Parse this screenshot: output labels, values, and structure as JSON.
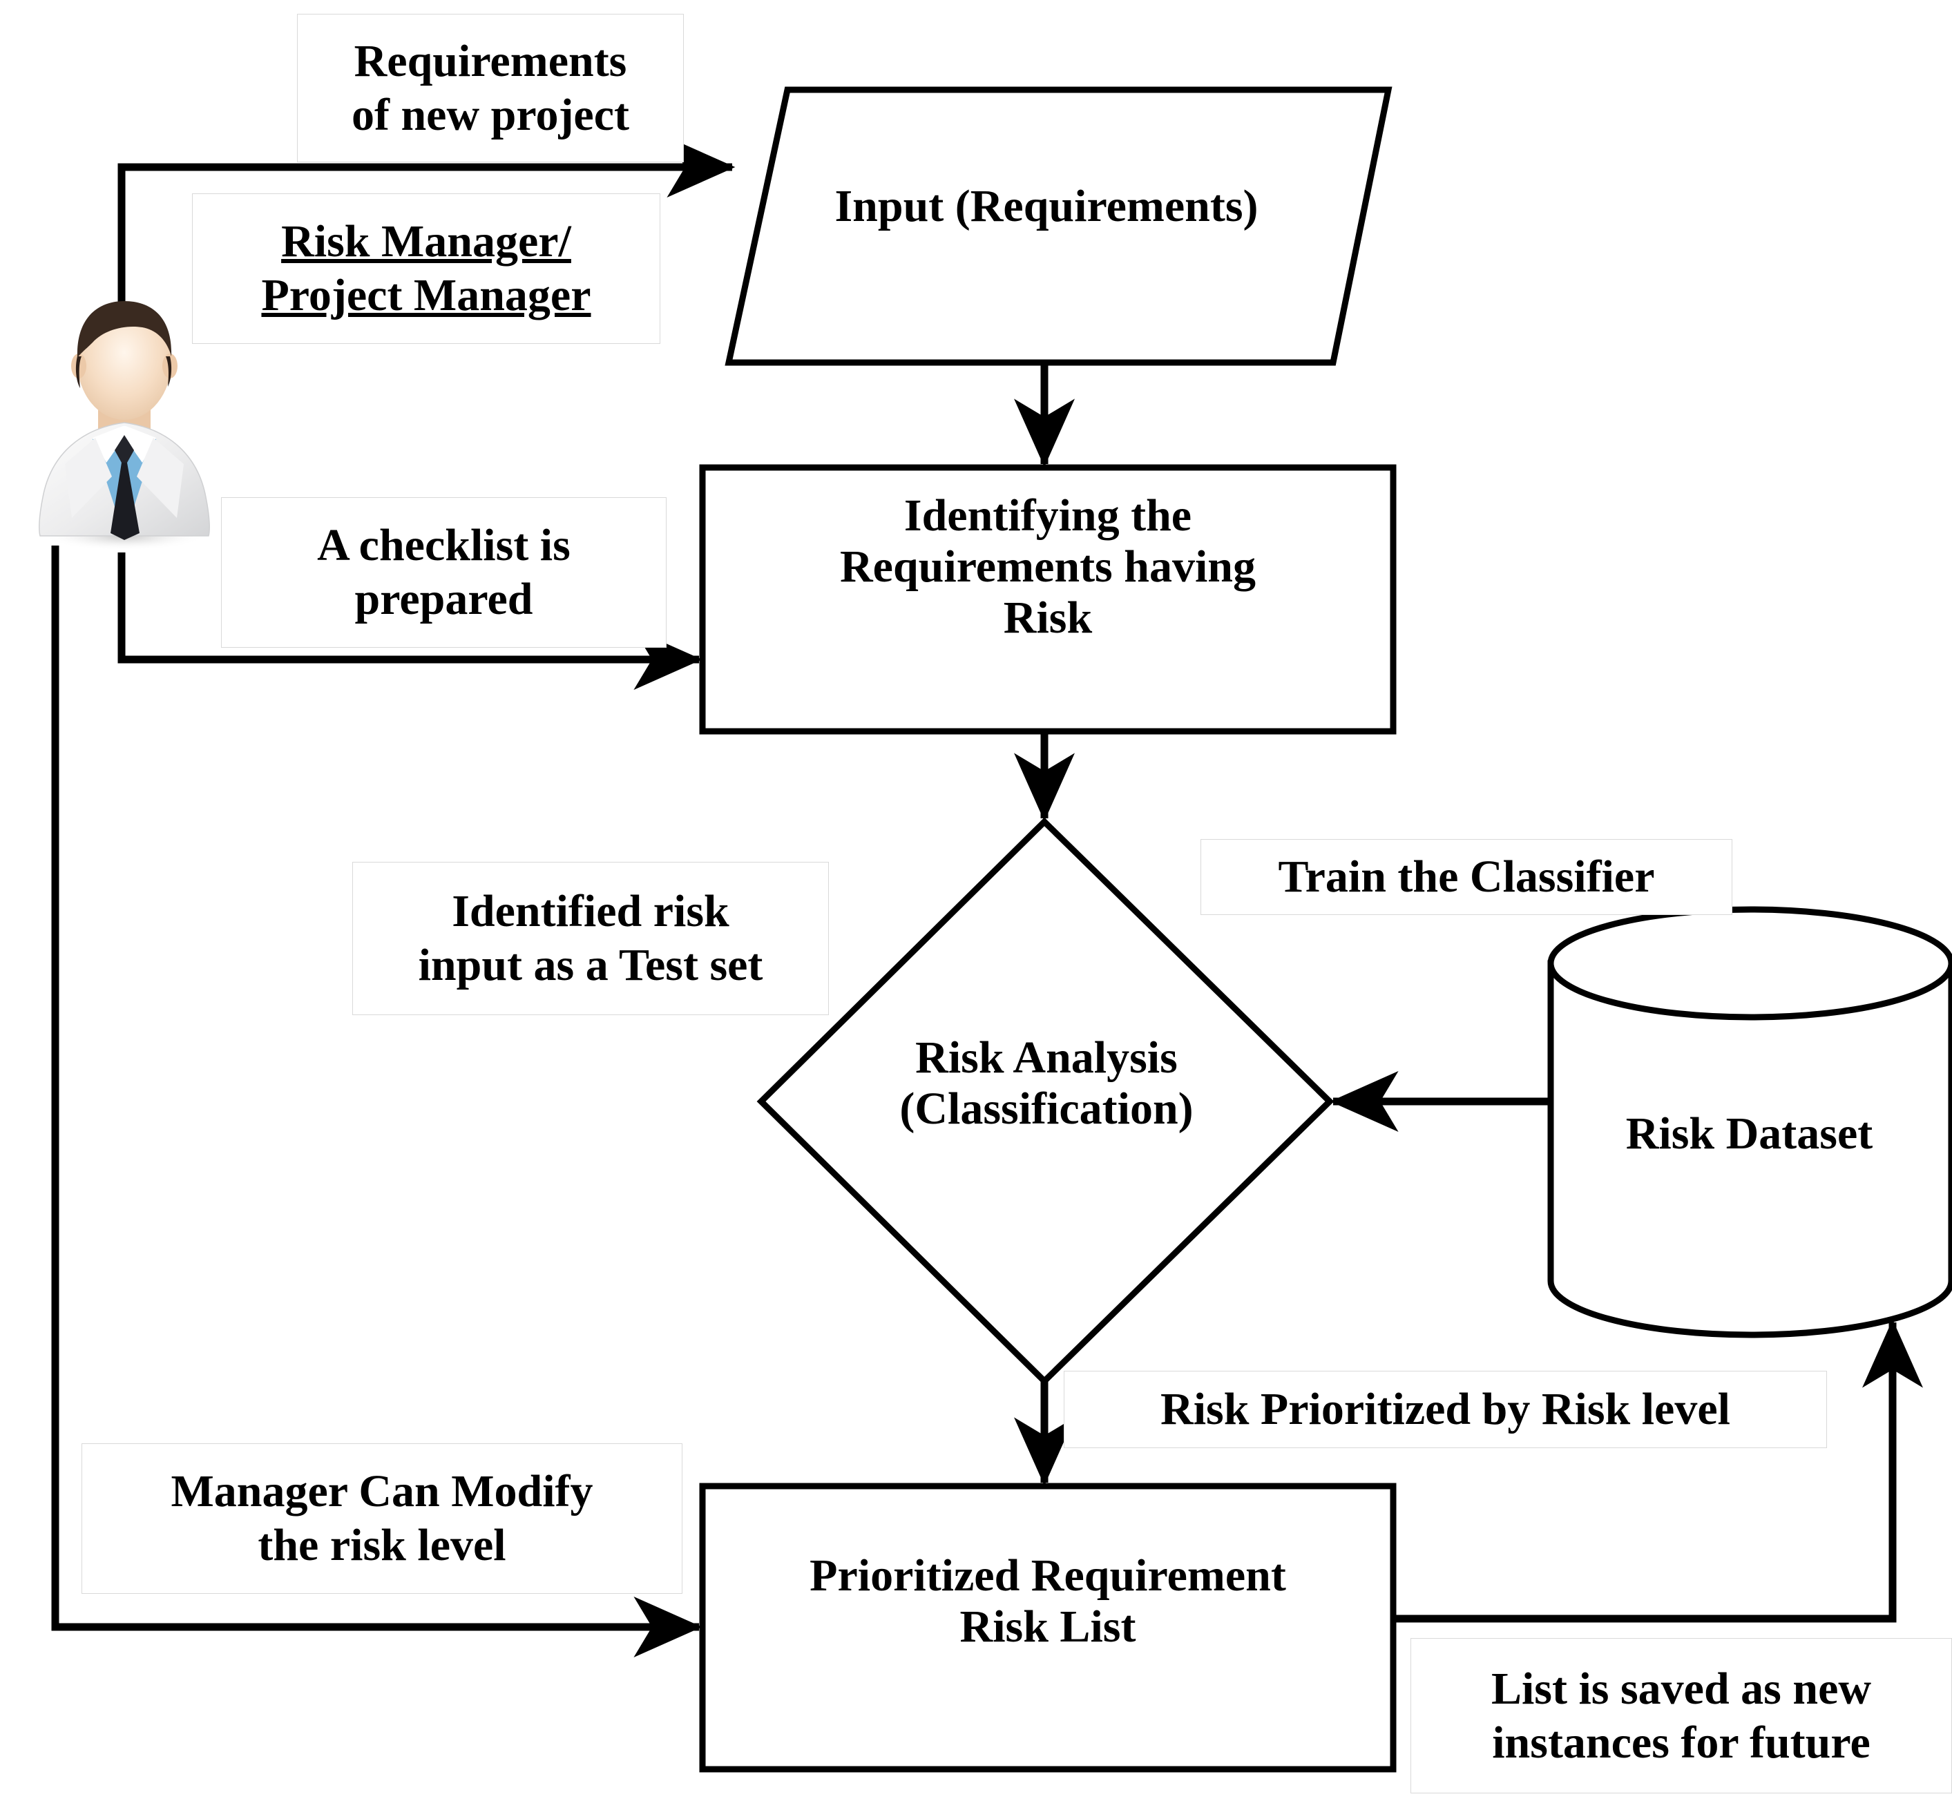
{
  "diagram": {
    "title": "Requirement Risk Analysis Process Flowchart",
    "type": "flowchart",
    "background_color": "#ffffff",
    "line_color": "#000000",
    "text_color": "#000000"
  },
  "actor": {
    "name": "risk-manager-avatar",
    "description": "businessman avatar",
    "hair_color": "#3a2a20",
    "skin_color": "#f3d9c0",
    "suit_color": "#e9e9e9",
    "shirt_color": "#7cb6dd",
    "tie_color": "#1c1c22"
  },
  "nodes": [
    {
      "id": "input",
      "shape": "parallelogram",
      "label": "Input (Requirements)"
    },
    {
      "id": "identify",
      "shape": "rectangle",
      "label": "Identifying the\nRequirements having\nRisk"
    },
    {
      "id": "analysis",
      "shape": "diamond",
      "label": "Risk Analysis\n(Classification)"
    },
    {
      "id": "dataset",
      "shape": "cylinder",
      "label": "Risk Dataset"
    },
    {
      "id": "output",
      "shape": "rectangle",
      "label": "Prioritized Requirement\nRisk List"
    }
  ],
  "edge_labels": [
    {
      "id": "requirements-of-new-project",
      "text": "Requirements\nof new project",
      "underlined": false
    },
    {
      "id": "risk-manager-project-manager",
      "text": "Risk Manager/\nProject Manager",
      "underlined": true
    },
    {
      "id": "a-checklist-is-prepared",
      "text": "A checklist is\nprepared",
      "underlined": false
    },
    {
      "id": "identified-risk-input-as-a-test-set",
      "text": "Identified risk\ninput as a Test set",
      "underlined": false
    },
    {
      "id": "train-the-classifier",
      "text": "Train the Classifier",
      "underlined": false
    },
    {
      "id": "risk-prioritized-by-risk-level",
      "text": "Risk Prioritized by Risk level",
      "underlined": false
    },
    {
      "id": "manager-can-modify-the-risk-level",
      "text": "Manager Can Modify\nthe risk level",
      "underlined": false
    },
    {
      "id": "list-is-saved-as-new-instances-for-future",
      "text": "List is saved as new\ninstances for future",
      "underlined": false
    }
  ],
  "connections": [
    {
      "id": "actor-to-input",
      "from": "risk-manager-avatar",
      "to": "input",
      "label": "Requirements of new project",
      "arrow": "right"
    },
    {
      "id": "actor-to-identify",
      "from": "risk-manager-avatar",
      "to": "identify",
      "label": "A checklist is prepared",
      "arrow": "right"
    },
    {
      "id": "input-to-identify",
      "from": "input",
      "to": "identify",
      "arrow": "down"
    },
    {
      "id": "identify-to-analysis",
      "from": "identify",
      "to": "analysis",
      "label": "Identified risk input as a Test set",
      "arrow": "down"
    },
    {
      "id": "dataset-to-analysis",
      "from": "dataset",
      "to": "analysis",
      "label": "Train the Classifier",
      "arrow": "left"
    },
    {
      "id": "analysis-to-output",
      "from": "analysis",
      "to": "output",
      "label": "Risk Prioritized by Risk level",
      "arrow": "down"
    },
    {
      "id": "output-to-dataset",
      "from": "output",
      "to": "dataset",
      "label": "List is saved as new instances for future",
      "arrow": "up"
    },
    {
      "id": "output-to-actor",
      "from": "output",
      "to": "risk-manager-avatar",
      "label": "Manager Can Modify the risk level",
      "arrow": "left"
    }
  ]
}
